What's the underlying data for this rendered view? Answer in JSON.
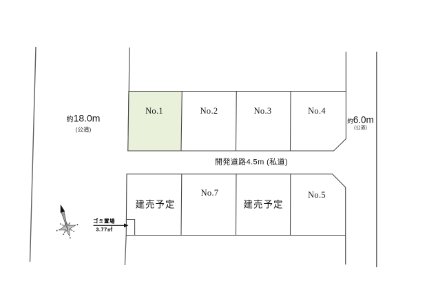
{
  "lots_top": [
    {
      "label": "No.1",
      "highlighted": true
    },
    {
      "label": "No.2",
      "highlighted": false
    },
    {
      "label": "No.3",
      "highlighted": false
    },
    {
      "label": "No.4",
      "highlighted": false
    }
  ],
  "lots_bottom": [
    {
      "label": "建売予定",
      "highlighted": false
    },
    {
      "label": "No.7",
      "highlighted": false
    },
    {
      "label": "建売予定",
      "highlighted": false
    },
    {
      "label": "No.5",
      "highlighted": false
    }
  ],
  "roads": {
    "left": {
      "prefix": "約",
      "value": "18.0m",
      "type": "(公道)"
    },
    "right": {
      "prefix": "約",
      "value": "6.0m",
      "type": "(公道)"
    },
    "center": {
      "label": "開発道路4.5m (私道)"
    }
  },
  "garbage": {
    "label": "ゴミ置場",
    "area": "3.77㎡"
  },
  "compass": {
    "icon": "north-compass"
  },
  "colors": {
    "highlight_fill": "#e9f1db",
    "lot_line": "#494949",
    "road_line": "#5d5d5d",
    "text": "#1c1c1c",
    "arrow": "#111111"
  }
}
